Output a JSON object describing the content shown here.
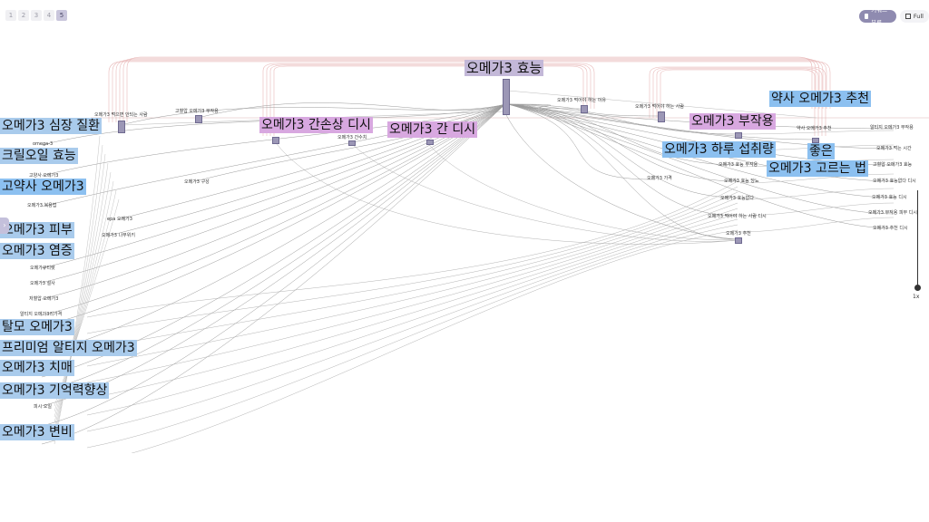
{
  "pager": {
    "pages": [
      "1",
      "2",
      "3",
      "4",
      "5"
    ],
    "active_index": 4
  },
  "toolbar": {
    "keyword_map_label": "키워드 분류",
    "fullscreen_label": "Full"
  },
  "sidebar": {
    "toggle_glyph": "›"
  },
  "zoom": {
    "label": "1x"
  },
  "root": {
    "label": "오메가3 효능"
  },
  "highlights": {
    "h1": "오메가3 심장 질환",
    "h2": "크릴오일 효능",
    "h3": "고약사 오메가3",
    "h4": "오메가3 피부",
    "h5": "오메가3 염증",
    "h6": "탈모 오메가3",
    "h7": "프리미엄 알티지 오메가3",
    "h8": "오메가3 치매",
    "h9": "오메가3 기억력향상",
    "h10": "오메가3 변비",
    "h11": "오메가3 간손상 디시",
    "h12": "오메가3 간 디시",
    "h13": "오메가3 부작용",
    "h14": "약사 오메가3 추천",
    "h15": "오메가3 하루 섭취량",
    "h16": "좋은",
    "h17": "오메가3 고르는 법"
  },
  "small_labels": {
    "s1": "오메가3 먹으면 안되는 사람",
    "s2": "고혈압 오메가3 부작용",
    "s3": "omega-3",
    "s4": "고양사 오메가3",
    "s5": "오메가3 구성",
    "s6": "오메가3 복용법",
    "s7": "epa 오메가3",
    "s8": "오메가3 나무위키",
    "s9": "오메가3 간수치",
    "s10": "오메가3 먹어야 하는 이유",
    "s11": "오메가3 먹어야 하는 사람",
    "s12": "오메가3 가격",
    "s13": "오메가3 효능 부작용",
    "s14": "오메가3 효능 당뇨",
    "s15": "오메가3 효능없다",
    "s16": "오메가3 먹어야 하는 사람 디시",
    "s17": "오메가3 추천",
    "s18": "약사 오메가3 추천",
    "s19": "알티지 오메가3 부작용",
    "s20": "오메가3 먹는 시간",
    "s21": "고혈압 오메가3 효능",
    "s22": "오메가3 효능없다 디시",
    "s23": "오메가3 효능 디시",
    "s24": "오메가3 부작용 피부 디시",
    "s25": "오메가3 추천 디시",
    "s26": "오메가큐티렛",
    "s27": "오메가3 설사",
    "s28": "저혈압 오메가3",
    "s29": "알티지 오메가3리가격",
    "s30": "피시 오일"
  }
}
